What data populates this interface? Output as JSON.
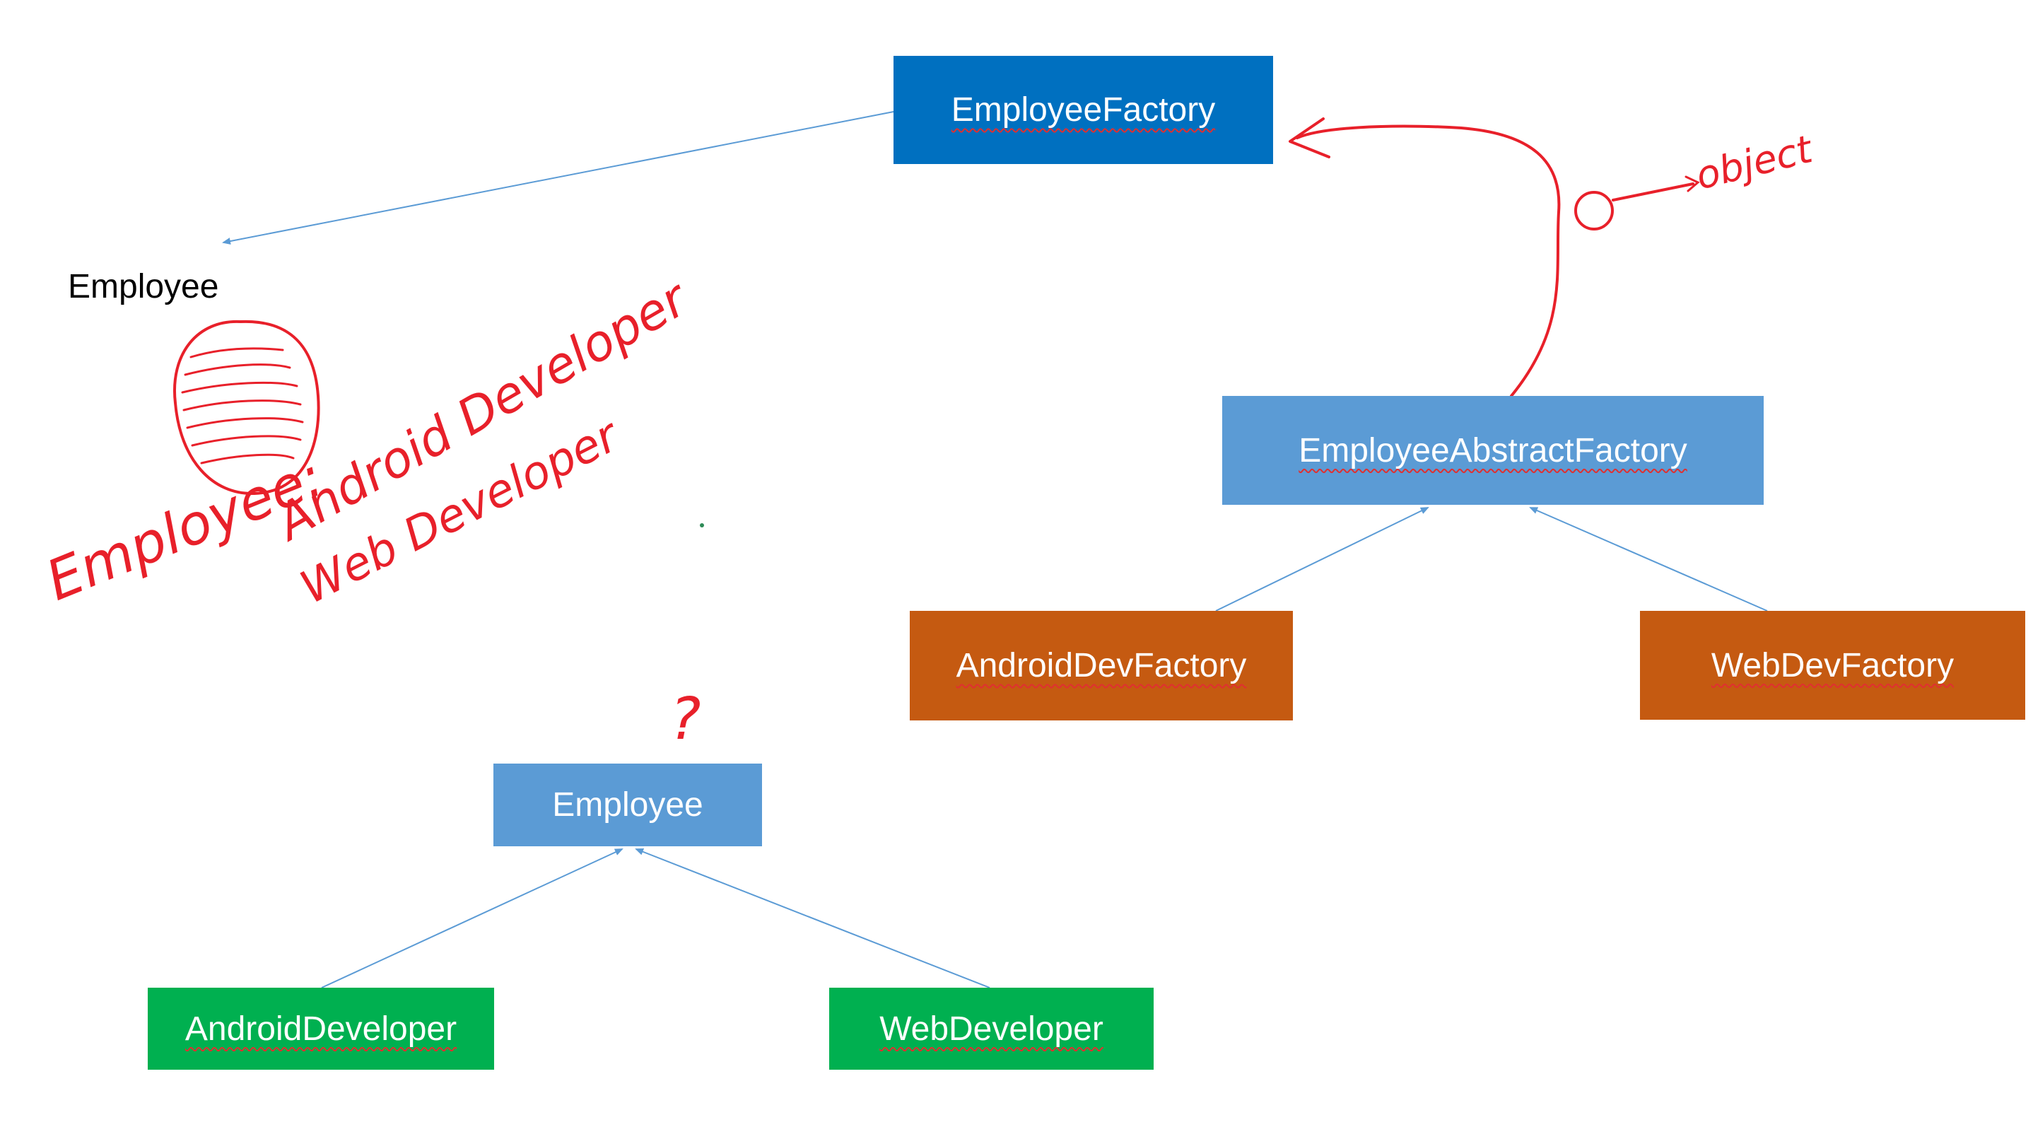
{
  "diagram": {
    "nodes": {
      "employee_factory": "EmployeeFactory",
      "employee_abstract_factory": "EmployeeAbstractFactory",
      "android_dev_factory": "AndroidDevFactory",
      "web_dev_factory": "WebDevFactory",
      "employee": "Employee",
      "android_developer": "AndroidDeveloper",
      "web_developer": "WebDeveloper"
    },
    "product_label": "Employee",
    "annotations": {
      "object_note": "object",
      "employee_note_prefix": "Employee:",
      "employee_note_line1": "Android Developer",
      "employee_note_line2": "Web Developer",
      "question_mark": "?"
    },
    "colors": {
      "factory_blue": "#0070c0",
      "light_blue": "#5b9bd5",
      "orange": "#c55a11",
      "green": "#00b050",
      "connector": "#5b9bd5",
      "annotation_red": "#e8202a"
    }
  }
}
